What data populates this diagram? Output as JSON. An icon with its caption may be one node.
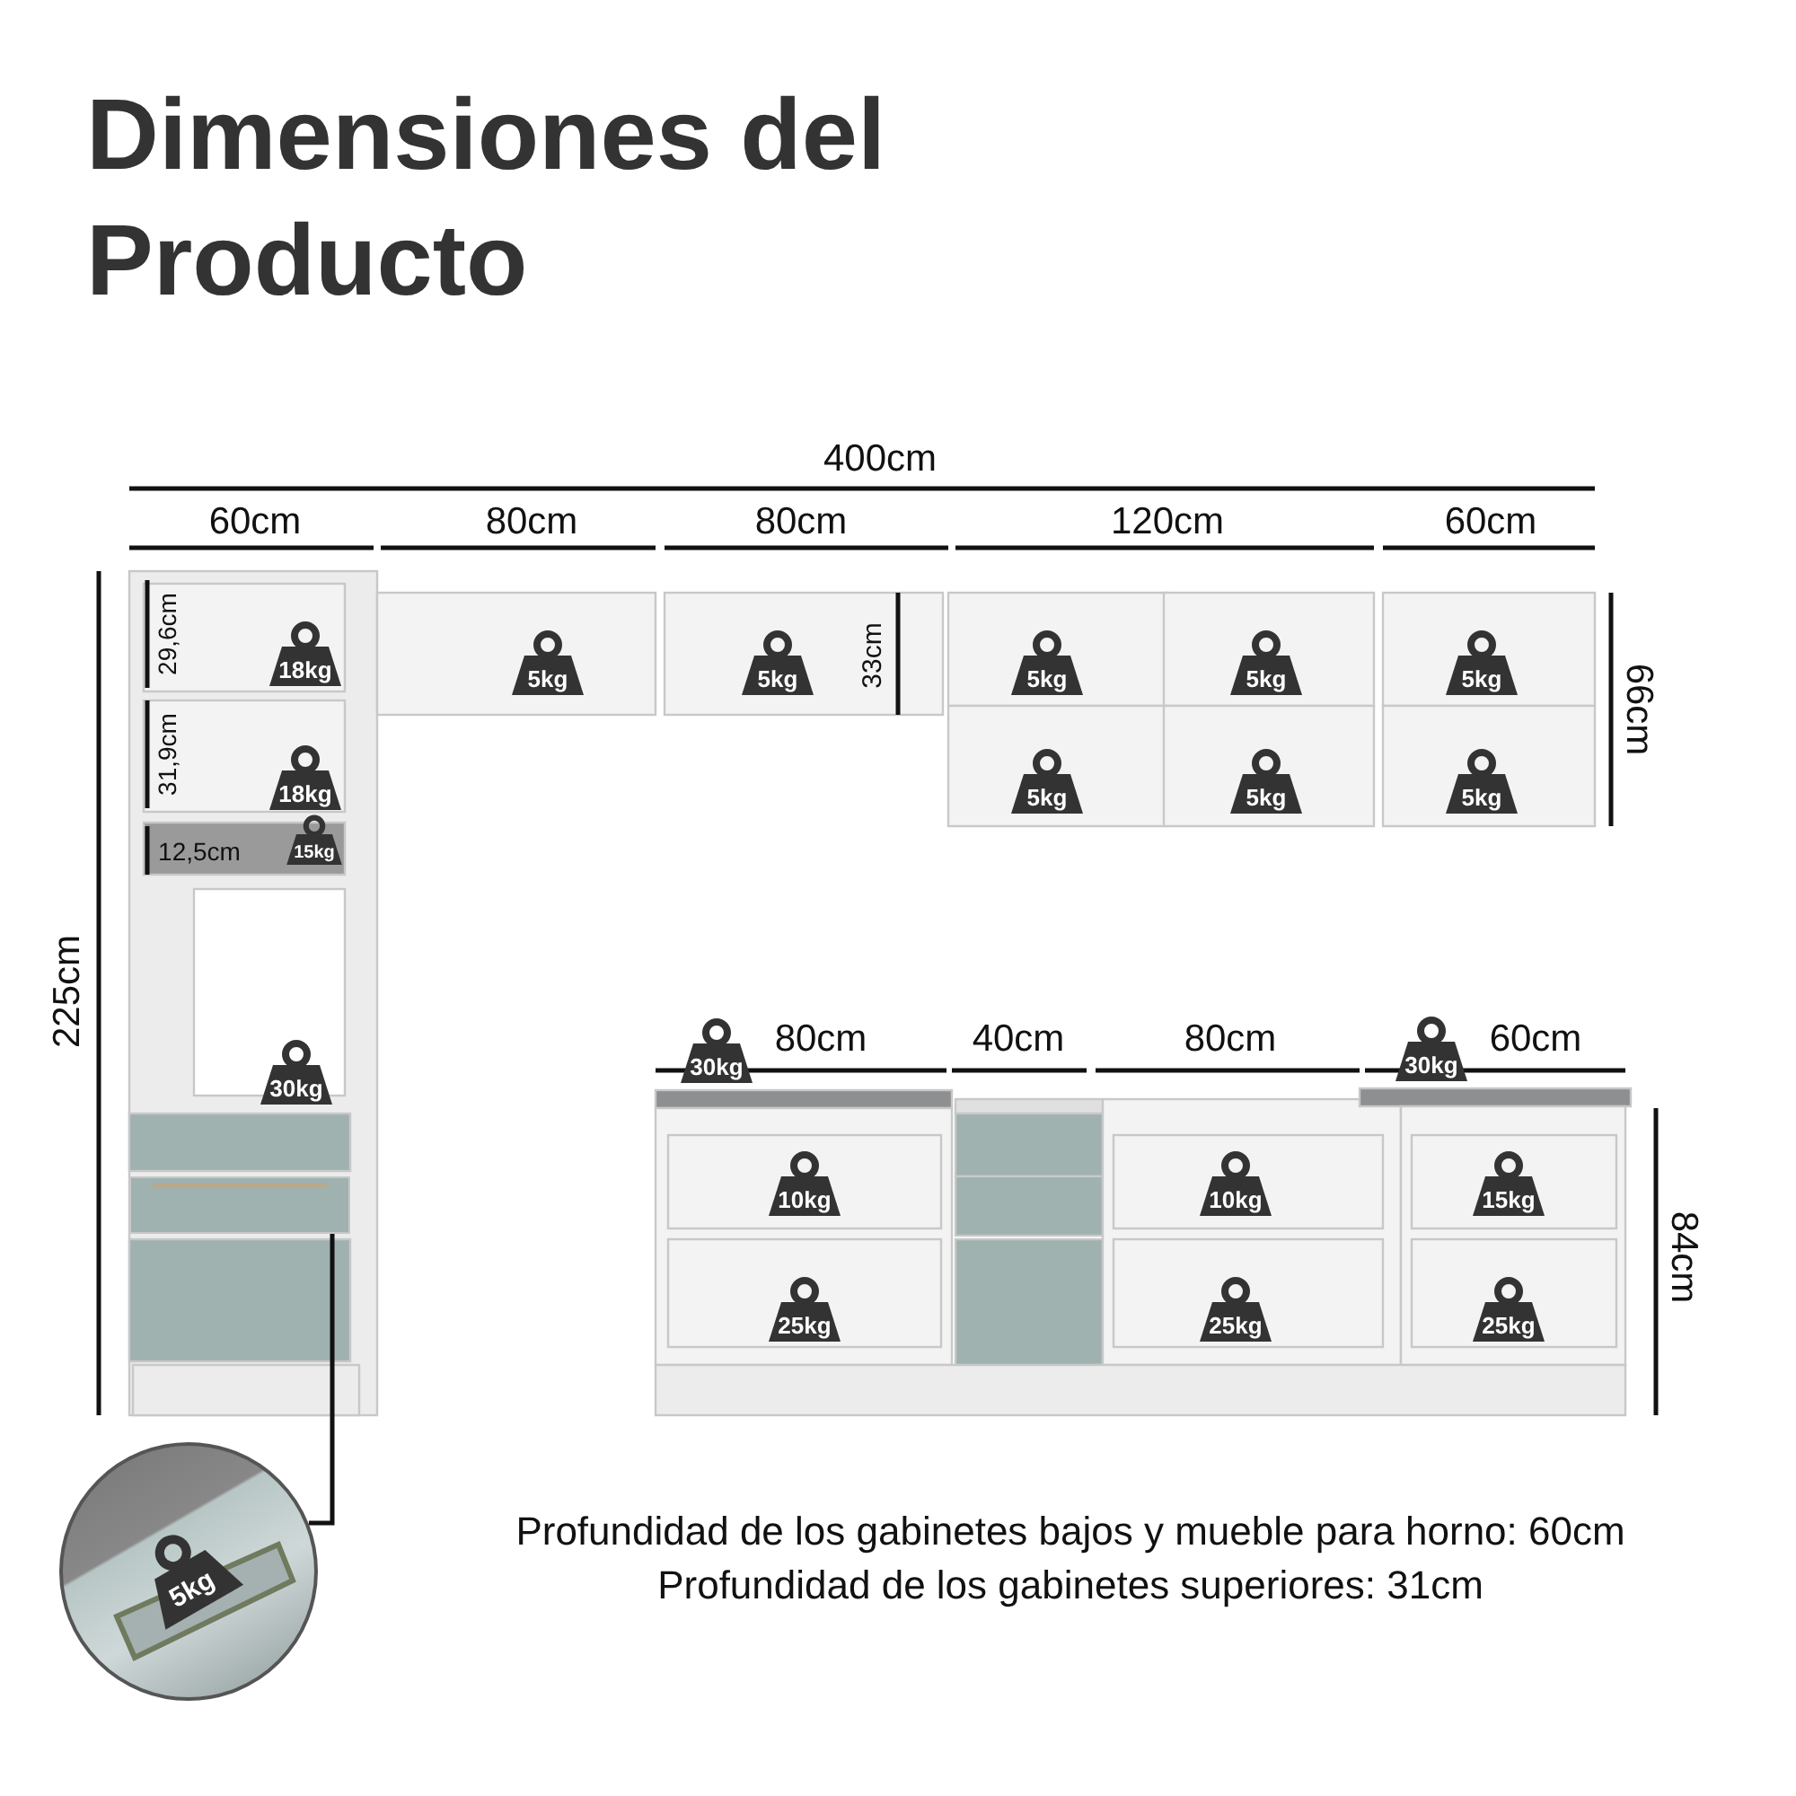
{
  "diagram": {
    "title": "Dimensiones del Producto",
    "nodes": [
      {
        "text": [],
        "shape": "box"
      },
      {
        "text": [
          "5kg"
        ]
      }
    ],
    "edges": [
      {
        "from": 1,
        "to": 0,
        "arrow": "none"
      }
    ],
    "labels": [
      "400cm",
      "60cm",
      "80cm",
      "80cm",
      "120cm",
      "60cm",
      "29,6cm",
      "18kg",
      "5kg",
      "5kg",
      "33cm",
      "5kg",
      "5kg",
      "5kg",
      "66cm",
      "31,9cm",
      "18kg",
      "5kg",
      "5kg",
      "5kg",
      "12,5cm",
      "15kg",
      "225cm",
      "30kg",
      "30kg",
      "80cm",
      "40cm",
      "80cm",
      "30kg",
      "60cm",
      "10kg",
      "10kg",
      "15kg",
      "84cm",
      "25kg",
      "25kg",
      "25kg",
      "Profundidad de los gabinetes bajos y mueble para horno: 60cm",
      "Profundidad de los gabinetes superiores: 31cm"
    ]
  }
}
